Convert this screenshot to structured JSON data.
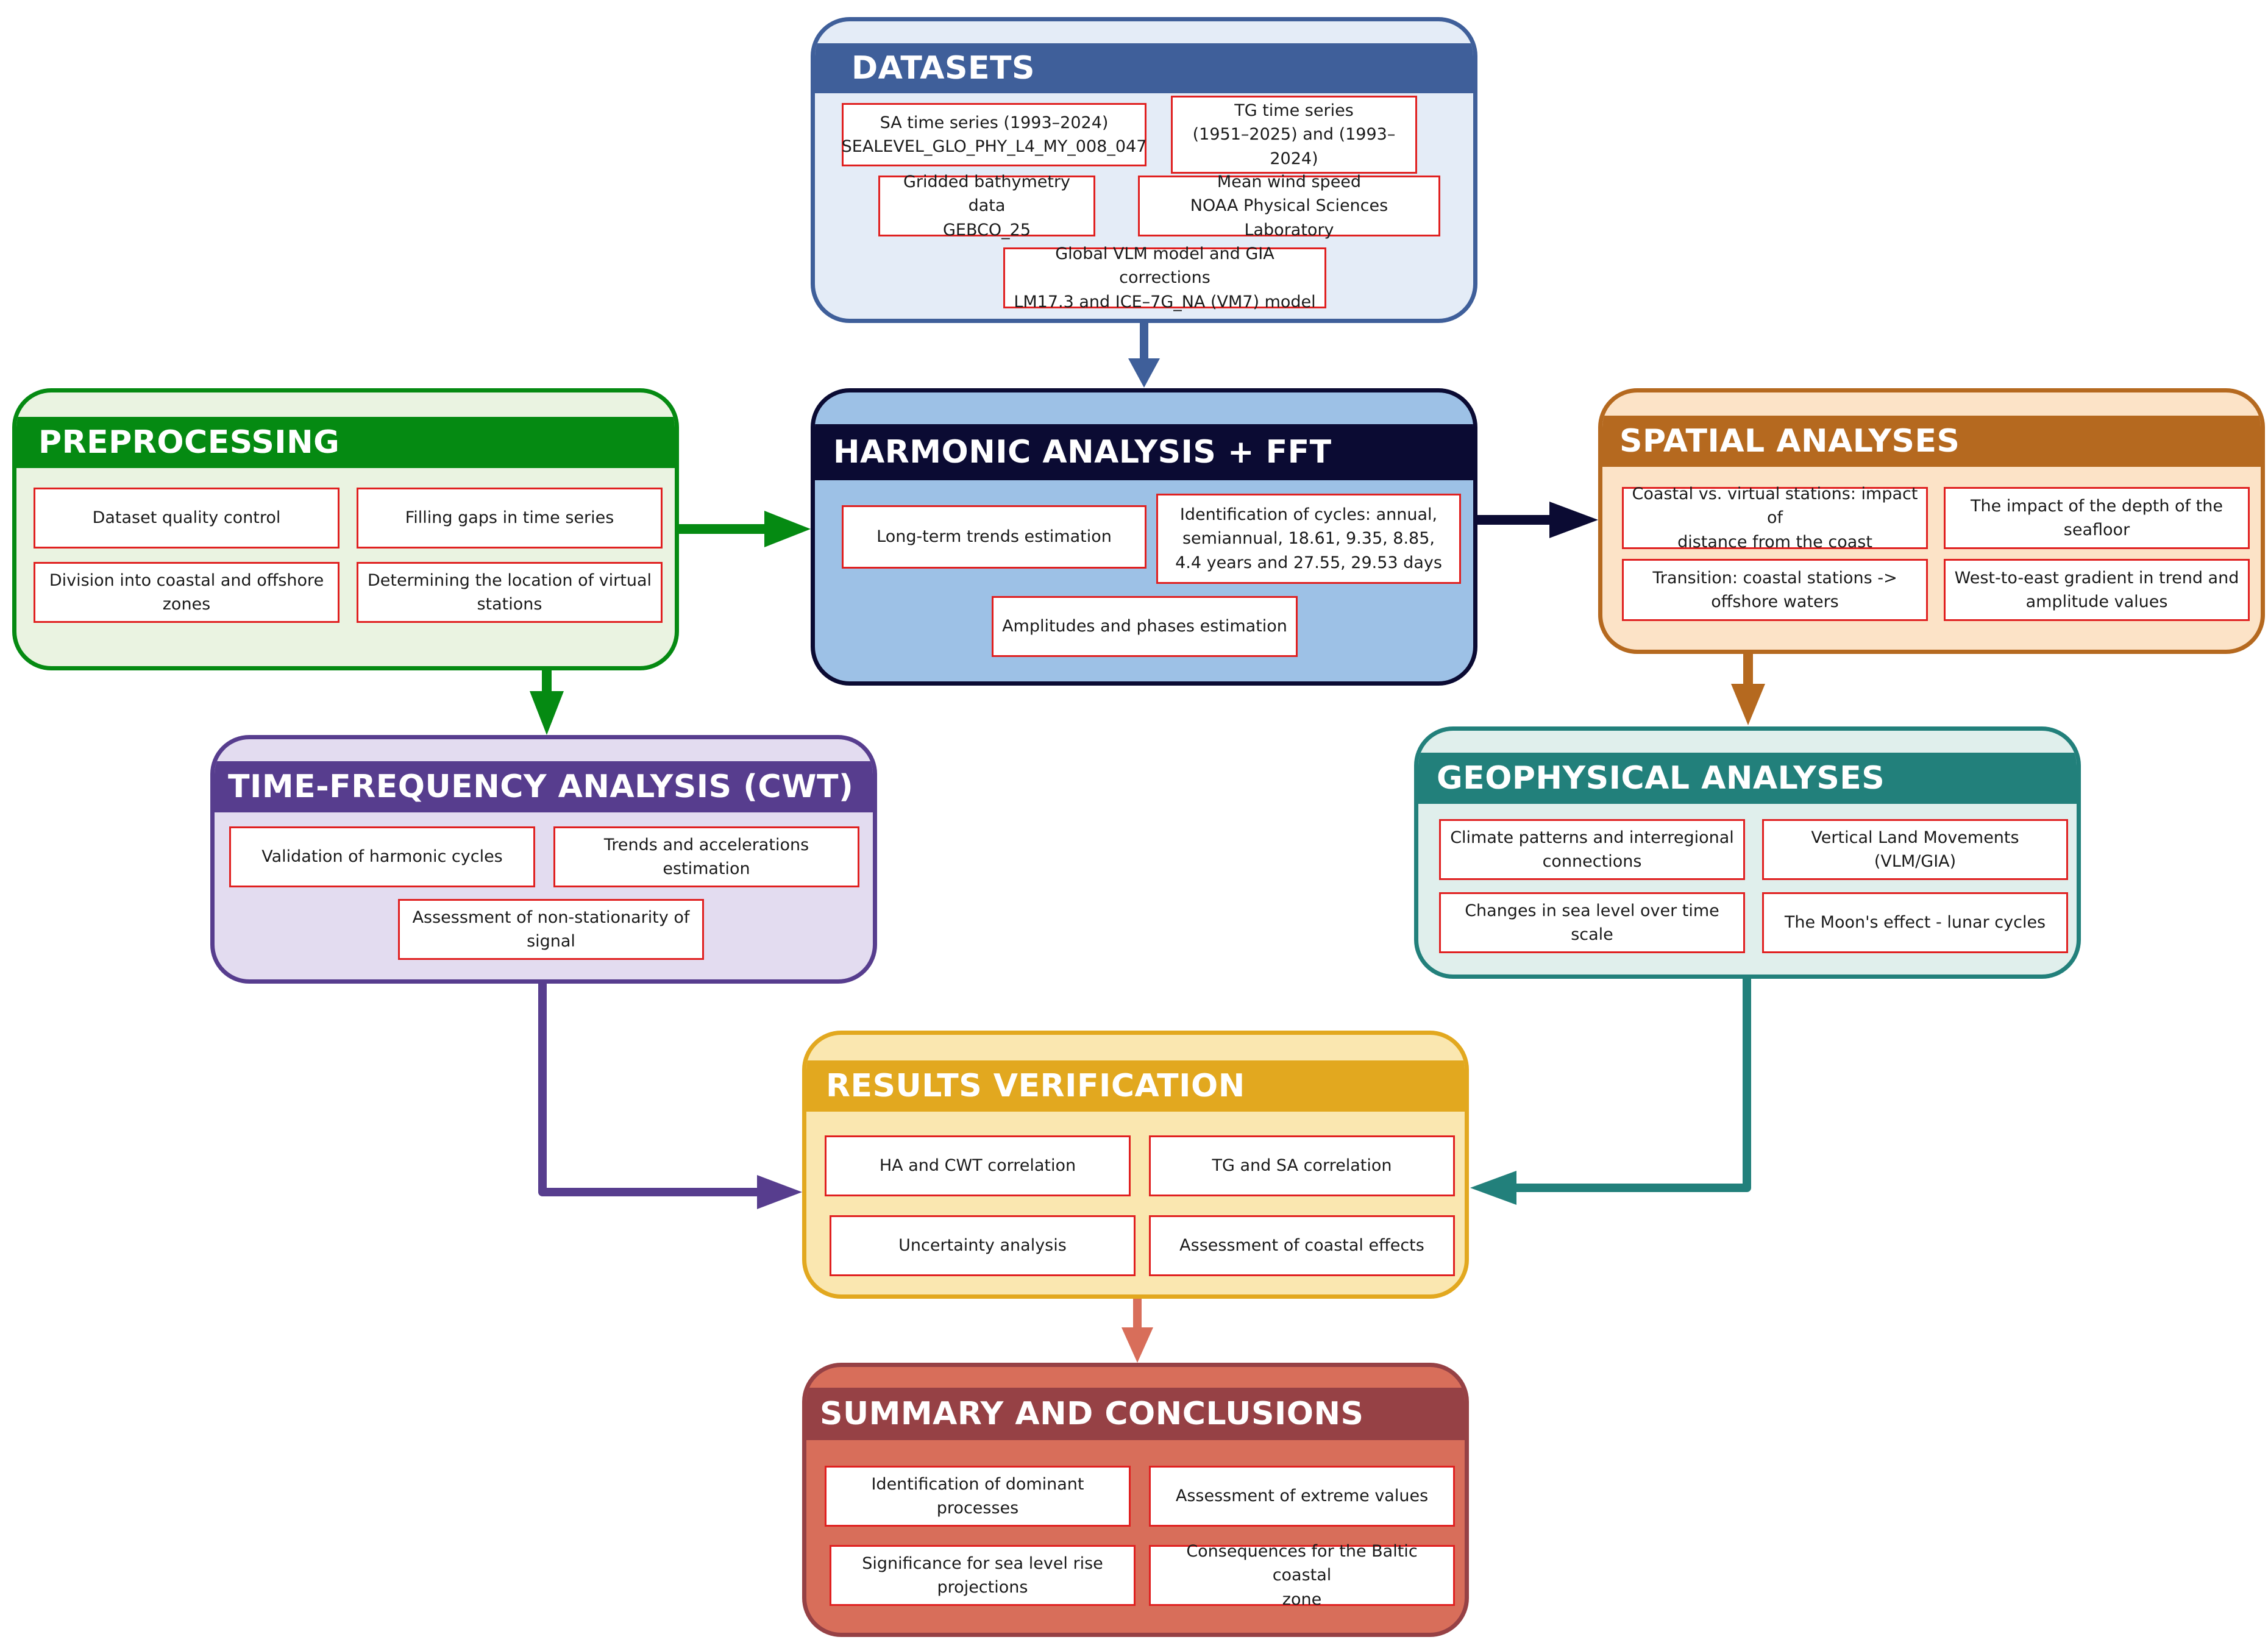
{
  "colors": {
    "datasets": {
      "head": "#3f5f9a",
      "fill": "#e4ecf7",
      "border": "#3f5f9a"
    },
    "preprocessing": {
      "head": "#058a12",
      "fill": "#eaf3e1",
      "border": "#058a12"
    },
    "harmonic": {
      "head": "#0b0b33",
      "fill": "#9dc1e6",
      "border": "#0b0b33"
    },
    "spatial": {
      "head": "#b5691f",
      "fill": "#fce3c7",
      "border": "#b5691f"
    },
    "timefreq": {
      "head": "#573d8e",
      "fill": "#e3dcf0",
      "border": "#573d8e"
    },
    "geophysical": {
      "head": "#22807b",
      "fill": "#e0efec",
      "border": "#22807b"
    },
    "verification": {
      "head": "#e2a81f",
      "fill": "#fae7b0",
      "border": "#e2a81f"
    },
    "summary": {
      "head": "#964145",
      "fill": "#d86e5a",
      "border": "#964145"
    },
    "item_border": "#e02020"
  },
  "panels": {
    "datasets": {
      "title": "DATASETS",
      "items": [
        "SA time series (1993–2024)\nSEALEVEL_GLO_PHY_L4_MY_008_047",
        "TG time series\n(1951–2025) and (1993–2024)",
        "Gridded bathymetry data\nGEBCO_25",
        "Mean wind speed\nNOAA Physical Sciences Laboratory",
        "Global VLM model and GIA corrections\nLM17.3 and ICE–7G_NA (VM7) model"
      ]
    },
    "preprocessing": {
      "title": "PREPROCESSING",
      "items": [
        "Dataset quality control",
        "Filling gaps in time series",
        "Division into coastal and offshore\nzones",
        "Determining the location of virtual\nstations"
      ]
    },
    "harmonic": {
      "title": "HARMONIC ANALYSIS + FFT",
      "items": [
        "Long-term trends estimation",
        "Identification of cycles: annual,\nsemiannual, 18.61, 9.35, 8.85,\n4.4 years and 27.55, 29.53 days",
        "Amplitudes and phases estimation"
      ]
    },
    "spatial": {
      "title": "SPATIAL ANALYSES",
      "items": [
        "Coastal vs. virtual stations: impact of\ndistance from the coast",
        "The impact of the depth of the\nseafloor",
        "Transition: coastal stations ->\noffshore waters",
        "West-to-east gradient in trend and\namplitude values"
      ]
    },
    "timefreq": {
      "title": "TIME-FREQUENCY ANALYSIS (CWT)",
      "items": [
        "Validation of harmonic cycles",
        "Trends and accelerations estimation",
        "Assessment of non-stationarity of\nsignal"
      ]
    },
    "geophysical": {
      "title": "GEOPHYSICAL ANALYSES",
      "items": [
        "Climate patterns and interregional\nconnections",
        "Vertical Land Movements (VLM/GIA)",
        "Changes in sea level over time scale",
        "The Moon's effect - lunar cycles"
      ]
    },
    "verification": {
      "title": "RESULTS VERIFICATION",
      "items": [
        "HA and CWT correlation",
        "TG and SA correlation",
        "Uncertainty analysis",
        "Assessment of coastal effects"
      ]
    },
    "summary": {
      "title": "SUMMARY AND CONCLUSIONS",
      "items": [
        "Identification of dominant processes",
        "Assessment of extreme values",
        "Significance for sea level rise\nprojections",
        "Consequences for the Baltic coastal\nzone"
      ]
    }
  }
}
